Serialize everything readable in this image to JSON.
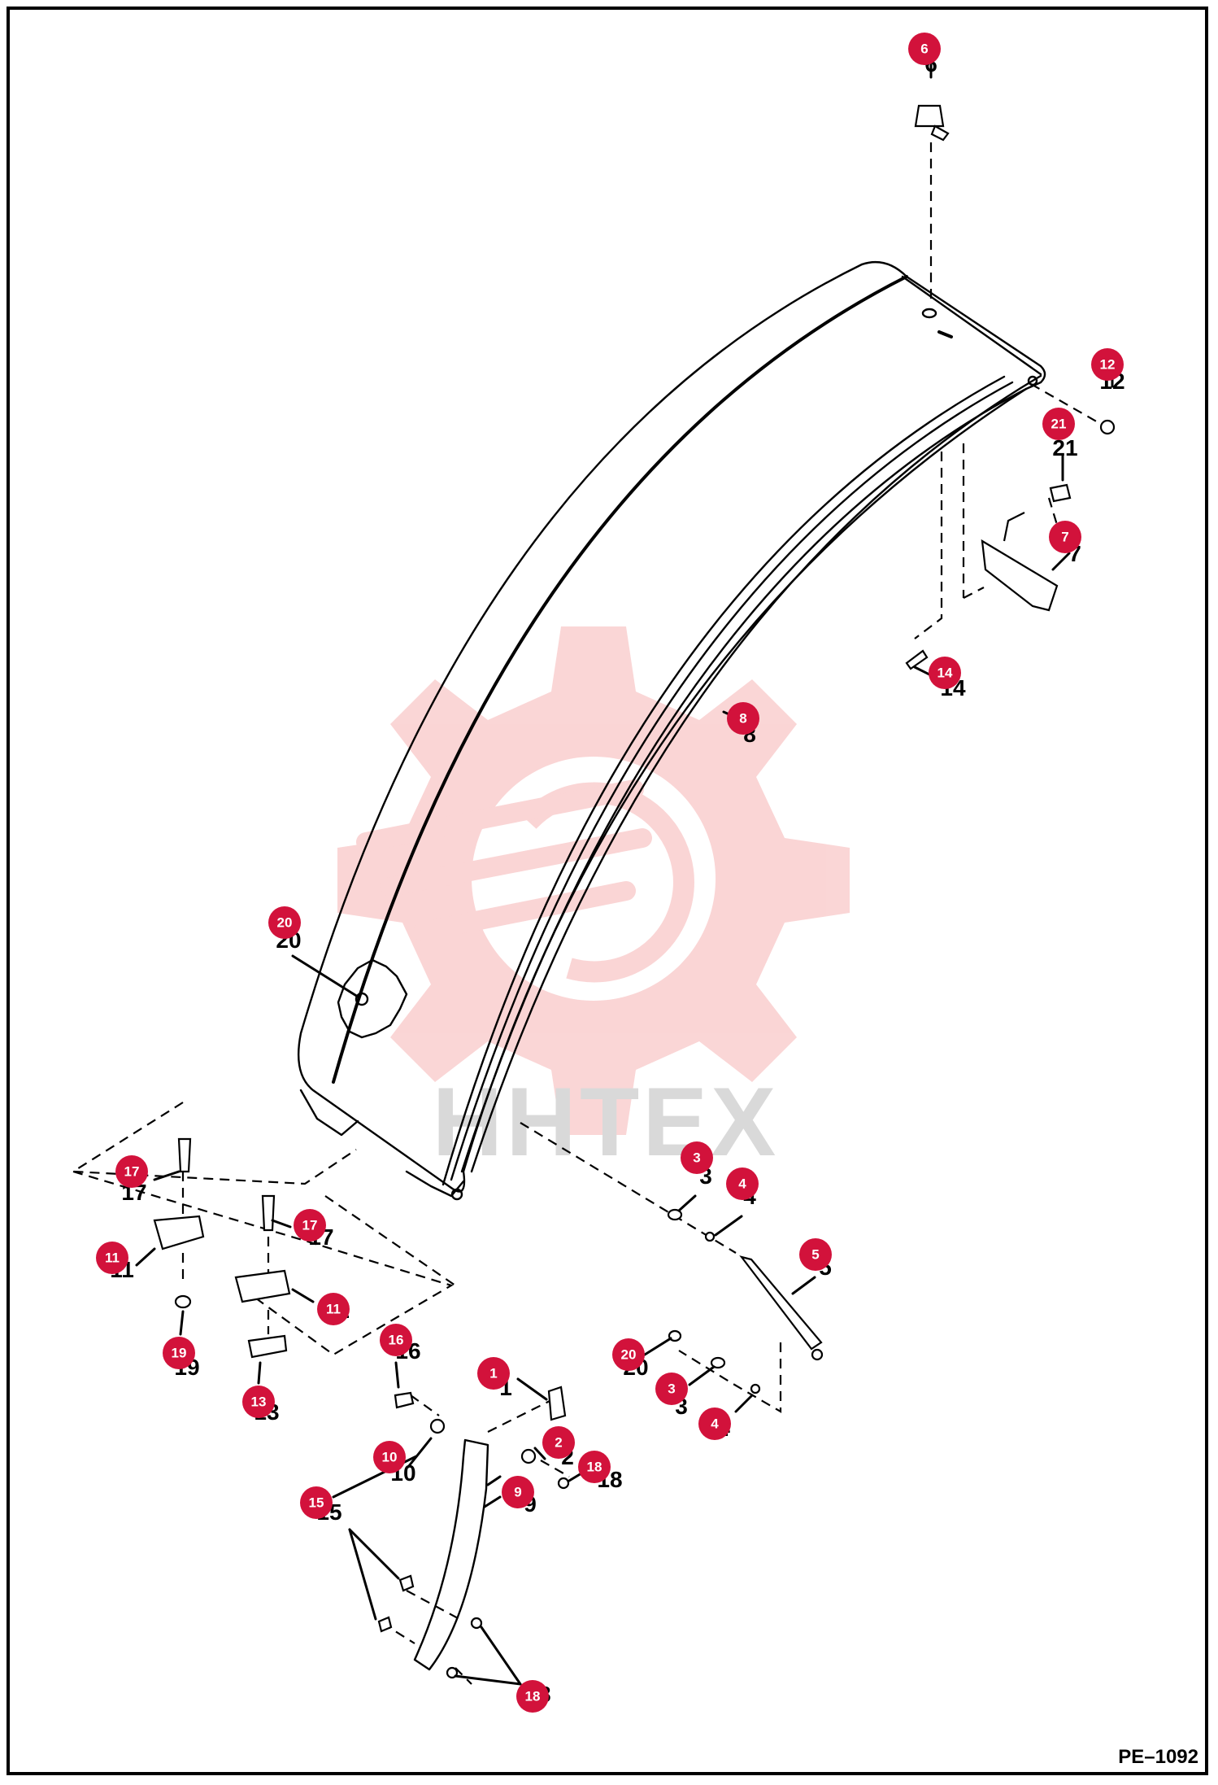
{
  "diagram_code": "PE–1092",
  "watermark_text": "HHTEX",
  "callouts": [
    {
      "number": "6"
    },
    {
      "number": "12"
    },
    {
      "number": "21"
    },
    {
      "number": "7"
    },
    {
      "number": "14"
    },
    {
      "number": "8"
    },
    {
      "number": "20"
    },
    {
      "number": "3"
    },
    {
      "number": "4"
    },
    {
      "number": "5"
    },
    {
      "number": "17"
    },
    {
      "number": "17"
    },
    {
      "number": "11"
    },
    {
      "number": "11"
    },
    {
      "number": "19"
    },
    {
      "number": "13"
    },
    {
      "number": "16"
    },
    {
      "number": "1"
    },
    {
      "number": "2"
    },
    {
      "number": "18"
    },
    {
      "number": "10"
    },
    {
      "number": "20"
    },
    {
      "number": "3"
    },
    {
      "number": "4"
    },
    {
      "number": "9"
    },
    {
      "number": "15"
    },
    {
      "number": "18"
    }
  ],
  "colors": {
    "callout_fill": "#d2123b",
    "watermark": "#f4a3a3"
  }
}
